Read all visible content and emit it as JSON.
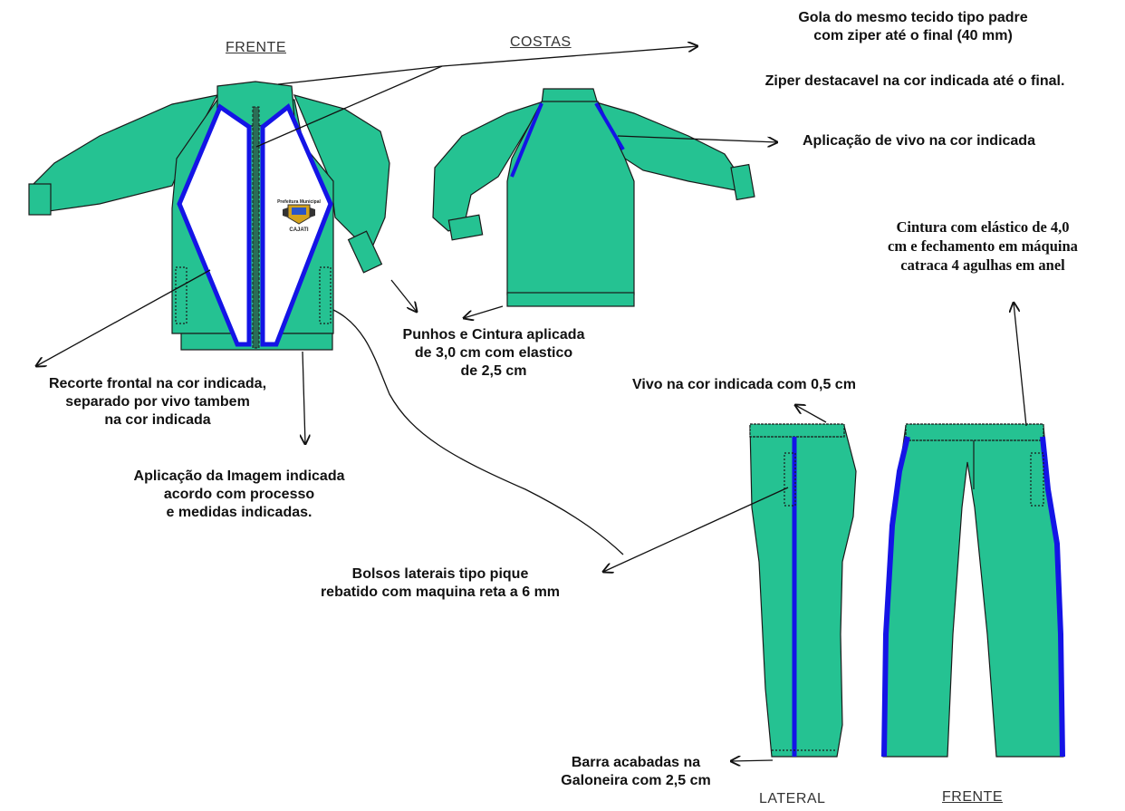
{
  "views": {
    "jacket_front": "FRENTE",
    "jacket_back": "COSTAS",
    "pants_side": "LATERAL",
    "pants_front": "FRENTE"
  },
  "logo": {
    "line1": "Prefeitura Municipal",
    "line2": "CAJATI"
  },
  "annotations": {
    "collar": [
      "Gola do mesmo tecido tipo padre",
      "com ziper até o final (40 mm)"
    ],
    "zipper": "Ziper destacavel na cor indicada até o final.",
    "piping": "Aplicação de vivo na cor indicada",
    "waist": [
      "Cintura com elástico de 4,0",
      "cm e fechamento em máquina",
      "catraca 4 agulhas em anel"
    ],
    "cuffs": [
      "Punhos e Cintura aplicada",
      "de 3,0 cm  com elastico",
      "de 2,5 cm"
    ],
    "front_panel": [
      "Recorte frontal na cor indicada,",
      "separado por vivo tambem",
      "na cor indicada"
    ],
    "piping_pants": "Vivo na cor indicada com 0,5 cm",
    "image_application": [
      "Aplicação da Imagem indicada",
      "acordo com processo",
      "e medidas indicadas."
    ],
    "pockets": [
      "Bolsos laterais tipo pique",
      "rebatido com maquina reta a 6 mm"
    ],
    "hem": [
      "Barra acabadas na",
      "Galoneira com 2,5 cm"
    ]
  },
  "colors": {
    "fabric": "#25c292",
    "piping": "#1414e6",
    "panel": "#ffffff",
    "outline": "#1a1a1a"
  }
}
